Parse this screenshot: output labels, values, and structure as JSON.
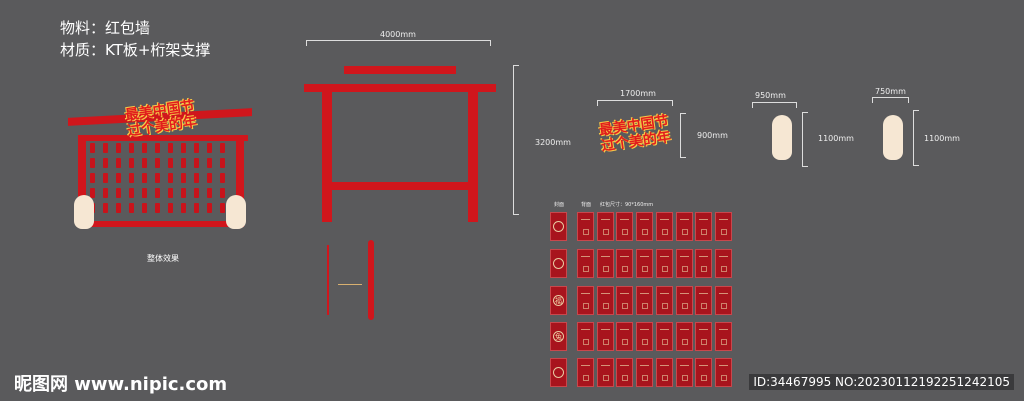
{
  "header": {
    "material": "物料：红包墙",
    "spec": "材质：KT板+桁架支撑"
  },
  "left_panel": {
    "slogan_line1": "最美中国节",
    "slogan_line2": "过个美的年",
    "caption": "整体效果"
  },
  "frame": {
    "width_label": "4000mm",
    "height_label": "3200mm"
  },
  "components": [
    {
      "name": "slogan",
      "width": "1700mm",
      "height": "900mm",
      "line1": "最美中国节",
      "line2": "过个美的年"
    },
    {
      "name": "rabbit-1",
      "width": "950mm",
      "height": "1100mm"
    },
    {
      "name": "rabbit-2",
      "width": "750mm",
      "height": "1100mm"
    }
  ],
  "envelopes": {
    "front_label": "封面",
    "back_label": "背面",
    "size_label": "红包尺寸：90*160mm",
    "rows": 5,
    "back_cols": 8,
    "front_glyphs": [
      "",
      "",
      "福",
      "兔",
      ""
    ]
  },
  "colors": {
    "background": "#5a5a5c",
    "red": "#d0161c",
    "envelope": "#a8141d",
    "gold": "#f7c948"
  },
  "watermark": {
    "logo": "昵图网 www.nipic.com",
    "id": "ID:34467995 NO:20230112192251242105"
  }
}
